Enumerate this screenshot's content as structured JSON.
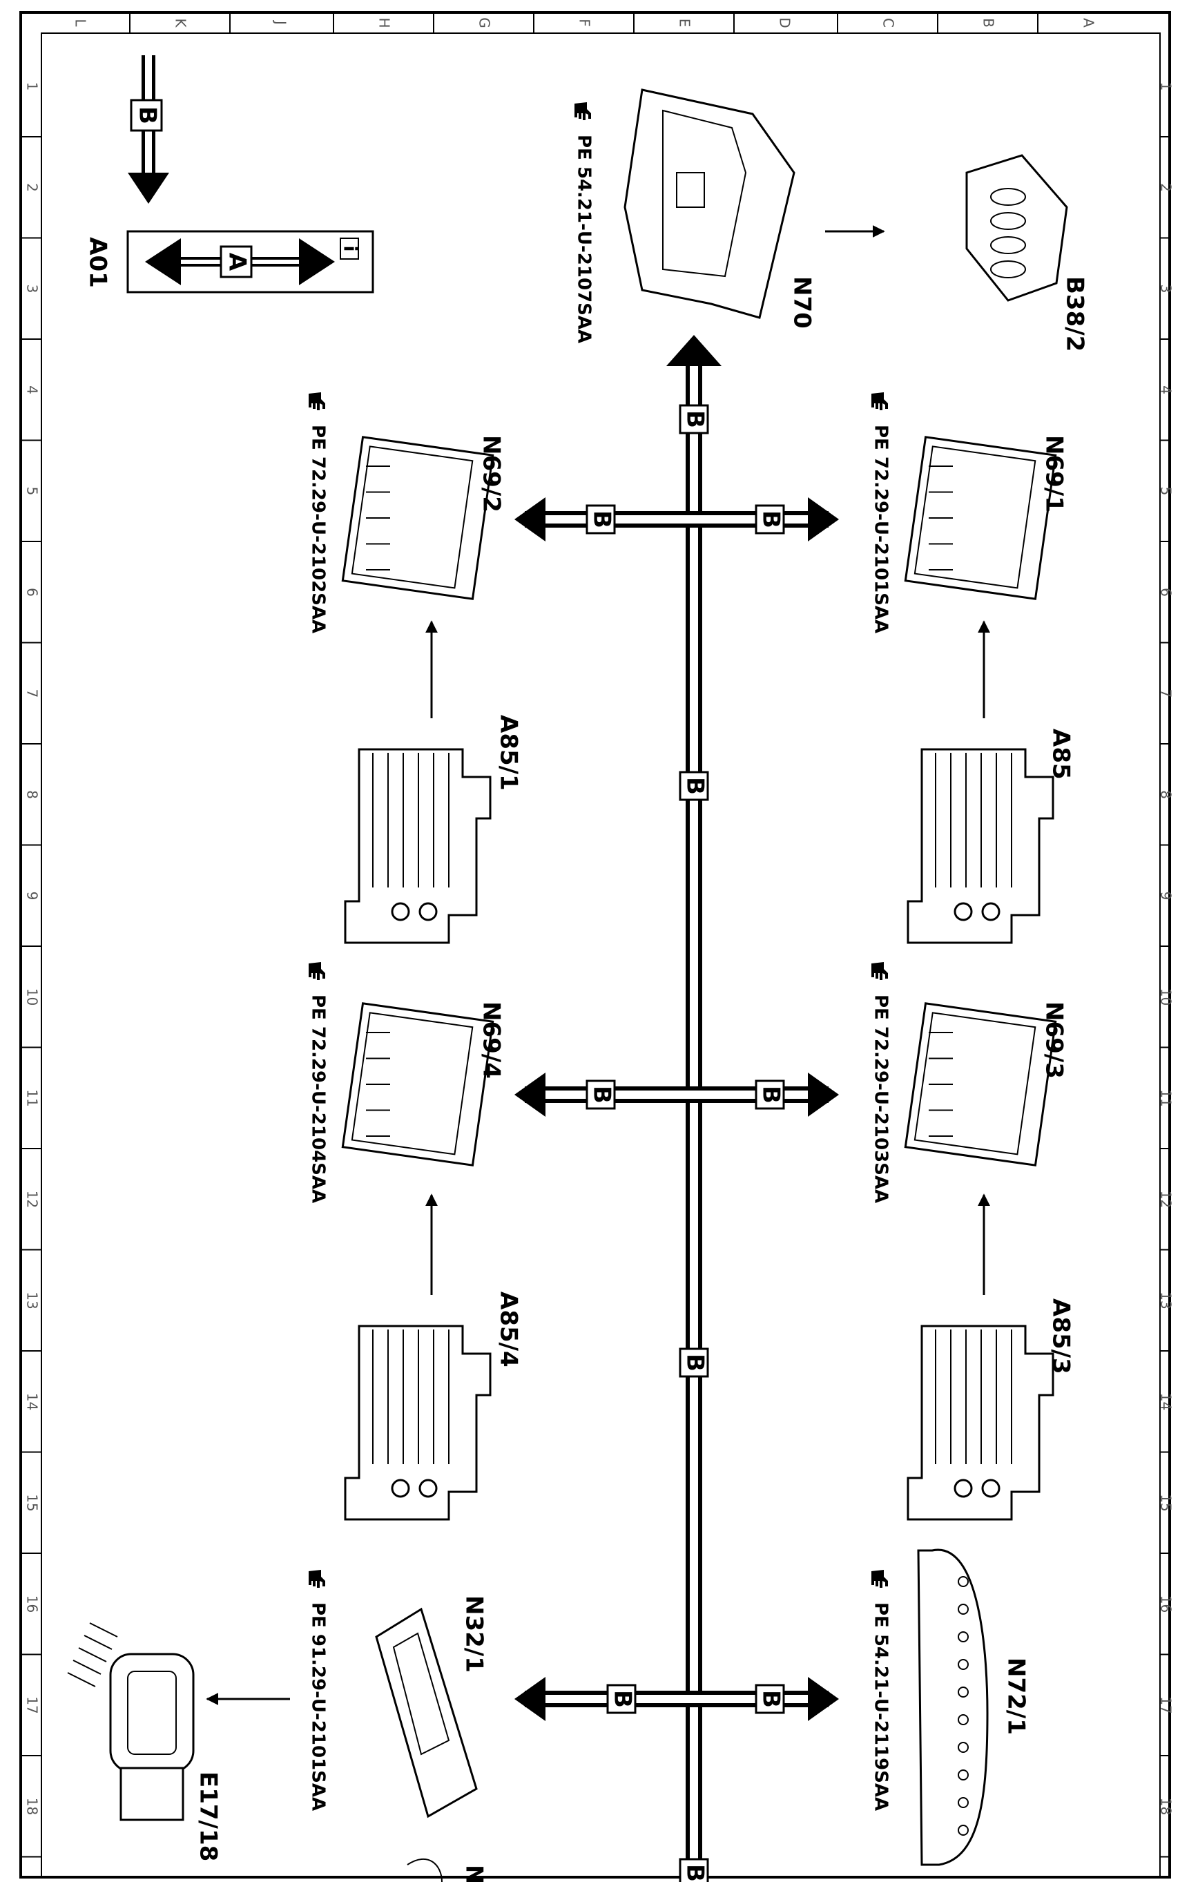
{
  "grid": {
    "columns": [
      "L",
      "K",
      "J",
      "H",
      "G",
      "F",
      "E",
      "D",
      "C",
      "B",
      "A"
    ],
    "rows": [
      "1",
      "2",
      "3",
      "4",
      "5",
      "6",
      "7",
      "8",
      "9",
      "10",
      "11",
      "12",
      "13",
      "14",
      "15",
      "16",
      "17",
      "18"
    ]
  },
  "legend": {
    "bus_label": "B",
    "box_label": "A",
    "info_icon": "i",
    "id": "A01"
  },
  "bus_label": "B",
  "components": [
    {
      "id": "B38/2",
      "ref": ""
    },
    {
      "id": "N70",
      "ref": "PE 54.21-U-2107SAA"
    },
    {
      "id": "N69/1",
      "ref": "PE 72.29-U-2101SAA"
    },
    {
      "id": "N69/2",
      "ref": "PE 72.29-U-2102SAA"
    },
    {
      "id": "A85",
      "ref": ""
    },
    {
      "id": "A85/1",
      "ref": ""
    },
    {
      "id": "N69/3",
      "ref": "PE 72.29-U-2103SAA"
    },
    {
      "id": "N69/4",
      "ref": "PE 72.29-U-2104SAA"
    },
    {
      "id": "A85/3",
      "ref": ""
    },
    {
      "id": "A85/4",
      "ref": ""
    },
    {
      "id": "N72/1",
      "ref": "PE 54.21-U-2119SAA"
    },
    {
      "id": "N32/1",
      "ref": "PE 91.29-U-2101SAA"
    },
    {
      "id": "E17/18",
      "ref": ""
    },
    {
      "id": "N",
      "ref": ""
    }
  ],
  "icons": {
    "pointer": "hand-pointer-icon",
    "info": "info-icon"
  },
  "colors": {
    "ink": "#000000",
    "paper": "#ffffff"
  }
}
